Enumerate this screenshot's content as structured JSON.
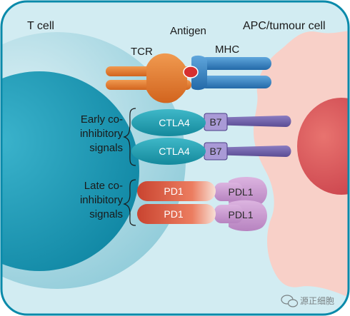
{
  "labels": {
    "t_cell": "T cell",
    "apc_cell": "APC/tumour cell",
    "antigen": "Antigen",
    "tcr": "TCR",
    "mhc": "MHC",
    "early": [
      "Early co-",
      "inhibitory",
      "signals"
    ],
    "late": [
      "Late co-",
      "inhibitory",
      "signals"
    ]
  },
  "molecules": {
    "ctla4": [
      "CTLA4",
      "CTLA4"
    ],
    "b7": [
      "B7",
      "B7"
    ],
    "pd1": [
      "PD1",
      "PD1"
    ],
    "pdl1": [
      "PDL1",
      "PDL1"
    ]
  },
  "watermark": {
    "icon": "wechat-icon",
    "text": "源正细胞"
  },
  "colors": {
    "background": "#d2ecf2",
    "frame": "#0a8aaa",
    "t_cell_outer": "#9fd4e0",
    "t_cell_nucleus": "#1b9dba",
    "apc_cell": "#f8d0c8",
    "apc_nucleus": "#d84e55",
    "tcr": "#e07830",
    "mhc": "#2f7ec0",
    "antigen": "#d63030",
    "ctla4": "#1f9db0",
    "b7": "#6e5fa8",
    "pd1": "#d8563c",
    "pdl1": "#c89ad0"
  }
}
